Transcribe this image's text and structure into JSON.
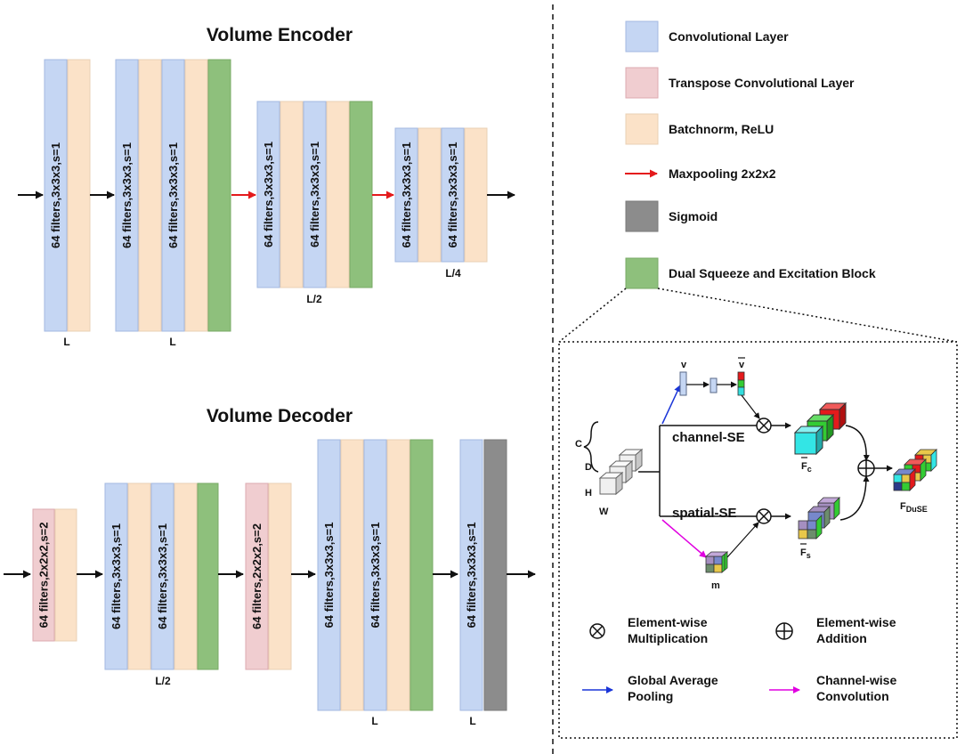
{
  "colors": {
    "conv": "#c5d6f3",
    "conv_stroke": "#a3b8e2",
    "transpose": "#f0cdd0",
    "transpose_stroke": "#dcaab0",
    "bn": "#fbe2c8",
    "bn_stroke": "#ead0b4",
    "dse": "#8ec07c",
    "dse_stroke": "#78aa66",
    "sigmoid": "#8c8c8c",
    "sigmoid_stroke": "#7a7a7a",
    "maxpool_arrow": "#e41a1c",
    "gap_arrow": "#1a35d8",
    "cw_arrow": "#e000e0"
  },
  "encoder": {
    "title": "Volume Encoder",
    "conv_label": "64 filters,3x3x3,s=1",
    "dims": [
      "L",
      "L",
      "L/2",
      "L/4"
    ]
  },
  "decoder": {
    "title": "Volume Decoder",
    "transpose_label": "64 filters,2x2x2,s=2",
    "conv_label": "64 filters,3x3x3,s=1",
    "dims": [
      "L/2",
      "L",
      "L"
    ]
  },
  "legend": {
    "items": [
      {
        "label": "Convolutional Layer",
        "color_key": "conv"
      },
      {
        "label": "Transpose Convolutional Layer",
        "color_key": "transpose"
      },
      {
        "label": "Batchnorm, ReLU",
        "color_key": "bn"
      },
      {
        "label": "Maxpooling 2x2x2",
        "color_key": "maxpool_arrow"
      },
      {
        "label": "Sigmoid",
        "color_key": "sigmoid"
      },
      {
        "label": "Dual Squeeze and Excitation Block",
        "color_key": "dse"
      }
    ]
  },
  "duse": {
    "dims": {
      "c": "C",
      "d": "D",
      "h": "H",
      "w": "W"
    },
    "v": "v",
    "v_bar": "v",
    "m": "m",
    "channel_se": "channel-SE",
    "spatial_se": "spatial-SE",
    "fc": {
      "main": "F",
      "sub": "c"
    },
    "fs": {
      "main": "F",
      "sub": "s"
    },
    "fduse": {
      "main": "F",
      "sub": "DuSE"
    }
  },
  "ops": {
    "mult": [
      "Element-wise",
      "Multiplication"
    ],
    "add": [
      "Element-wise",
      "Addition"
    ],
    "gap": [
      "Global Average",
      "Pooling"
    ],
    "cw": [
      "Channel-wise",
      "Convolution"
    ]
  }
}
